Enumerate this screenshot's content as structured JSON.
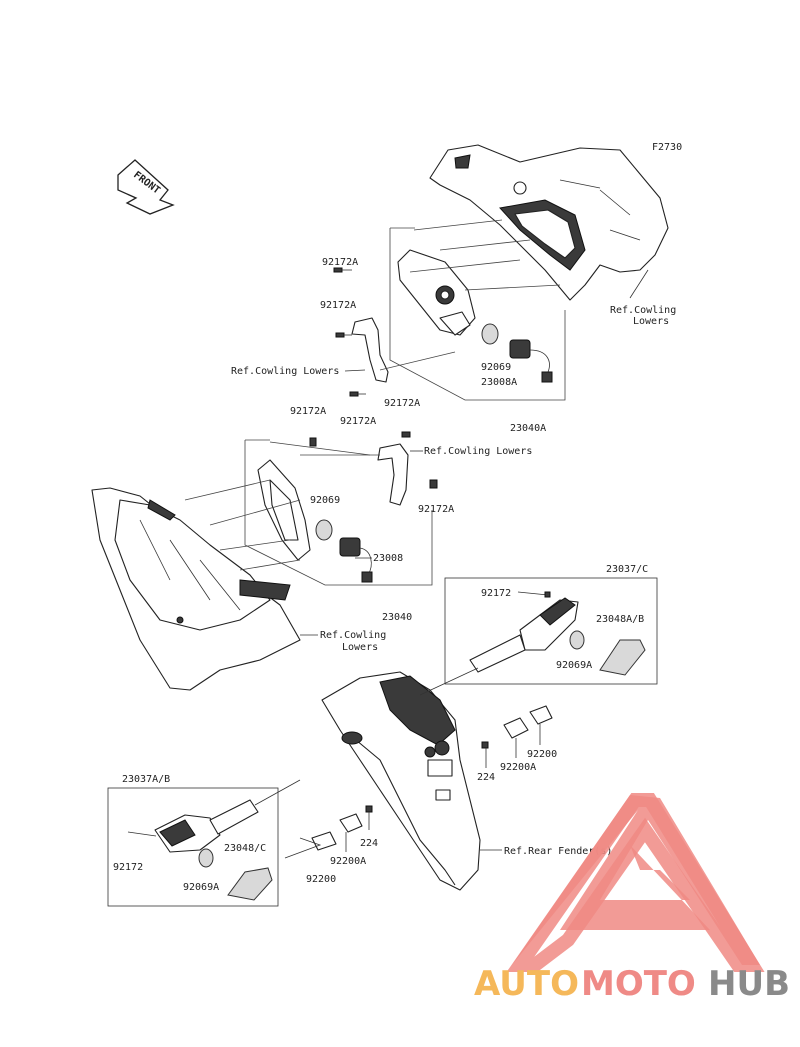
{
  "figure_code": "F2730",
  "front_marker": "FRONT",
  "labels": {
    "upper_bolt_1": "92172A",
    "upper_bolt_2": "92172A",
    "ref_cowling_lowers_mid": "Ref.Cowling Lowers",
    "upper_bolt_3": "92172A",
    "upper_bulb": "92069",
    "upper_socket": "23008A",
    "upper_assembly": "23040A",
    "ref_cowling_lowers_right": "Ref.Cowling",
    "ref_cowling_lowers_right_2": "Lowers",
    "mid_bolt_1": "92172A",
    "mid_bolt_2": "92172A",
    "ref_cowling_lowers_center": "Ref.Cowling Lowers",
    "mid_bolt_3": "92172A",
    "lower_bulb": "92069",
    "lower_socket": "23008",
    "lower_assembly": "23040",
    "ref_cowling_lowers_left": "Ref.Cowling",
    "ref_cowling_lowers_left_2": "Lowers",
    "rear_right_assembly": "23037/C",
    "rear_right_screw": "92172",
    "rear_right_lens": "23048A/B",
    "rear_right_bulb": "92069A",
    "rear_left_assembly": "23037A/B",
    "rear_left_screw": "92172",
    "rear_left_bulb": "92069A",
    "rear_left_lens": "23048/C",
    "fender_bolt_right": "224",
    "fender_plate_right_a": "92200",
    "fender_plate_right_b": "92200A",
    "fender_bolt_left": "224",
    "fender_plate_left_a": "92200A",
    "fender_plate_left_b": "92200",
    "ref_rear_fender": "Ref.Rear Fender(s)"
  },
  "watermark": {
    "part1": "AUTO",
    "part2": "MOTO",
    "part3": "HUB",
    "colors": {
      "auto": "#f5b85a",
      "moto": "#ef8a86",
      "hub": "#8a8a8a",
      "triangle": "#f08a84"
    }
  }
}
